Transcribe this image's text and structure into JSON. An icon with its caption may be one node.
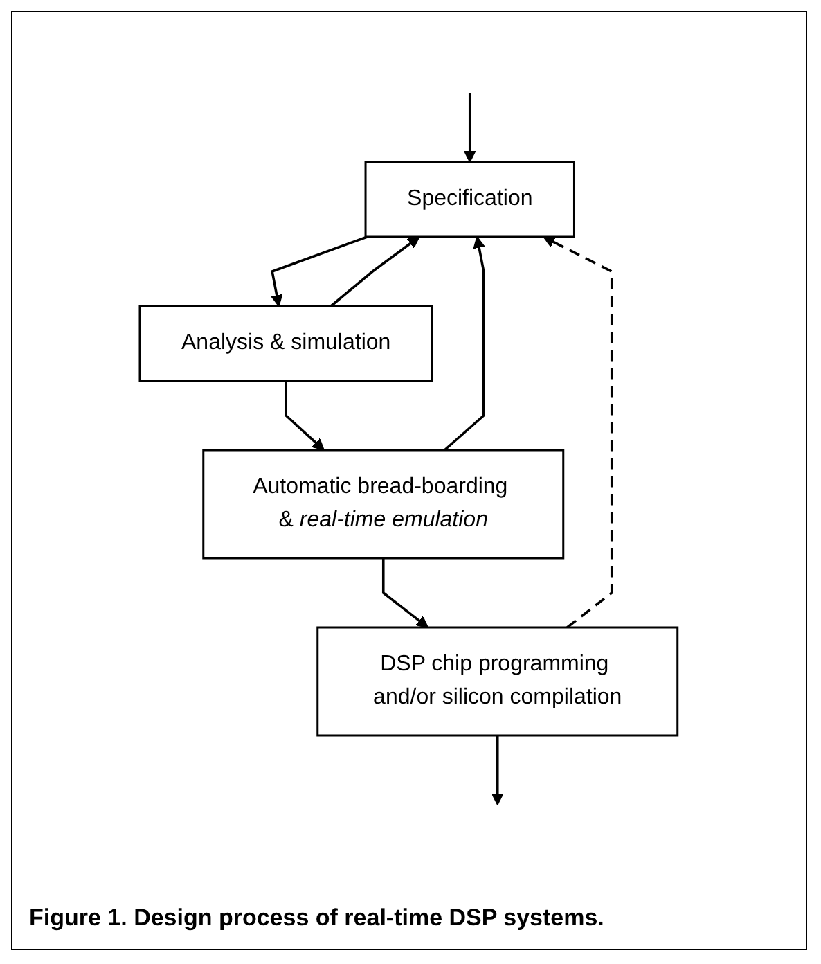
{
  "diagram": {
    "caption": "Figure 1. Design process of real-time DSP systems.",
    "nodes": [
      {
        "text": [
          "Specification"
        ]
      },
      {
        "text": [
          "Analysis & simulation"
        ]
      },
      {
        "text": [
          "Automatic bread-boarding & *real-time emulation*"
        ]
      },
      {
        "text": [
          "DSP chip programming and/or silicon compilation"
        ]
      }
    ],
    "edges": [
      {
        "from": null,
        "to": 0,
        "arrow": "to"
      },
      {
        "from": 0,
        "to": 1,
        "arrow": "to"
      },
      {
        "from": 1,
        "to": 2,
        "arrow": "to"
      },
      {
        "from": 2,
        "to": 3,
        "arrow": "to"
      },
      {
        "from": 3,
        "to": null,
        "arrow": "to"
      },
      {
        "from": 1,
        "to": 0,
        "arrow": "to"
      },
      {
        "from": 2,
        "to": 0,
        "arrow": "to"
      },
      {
        "from": 3,
        "to": 0,
        "arrow": "to",
        "style": "dashed"
      }
    ]
  }
}
